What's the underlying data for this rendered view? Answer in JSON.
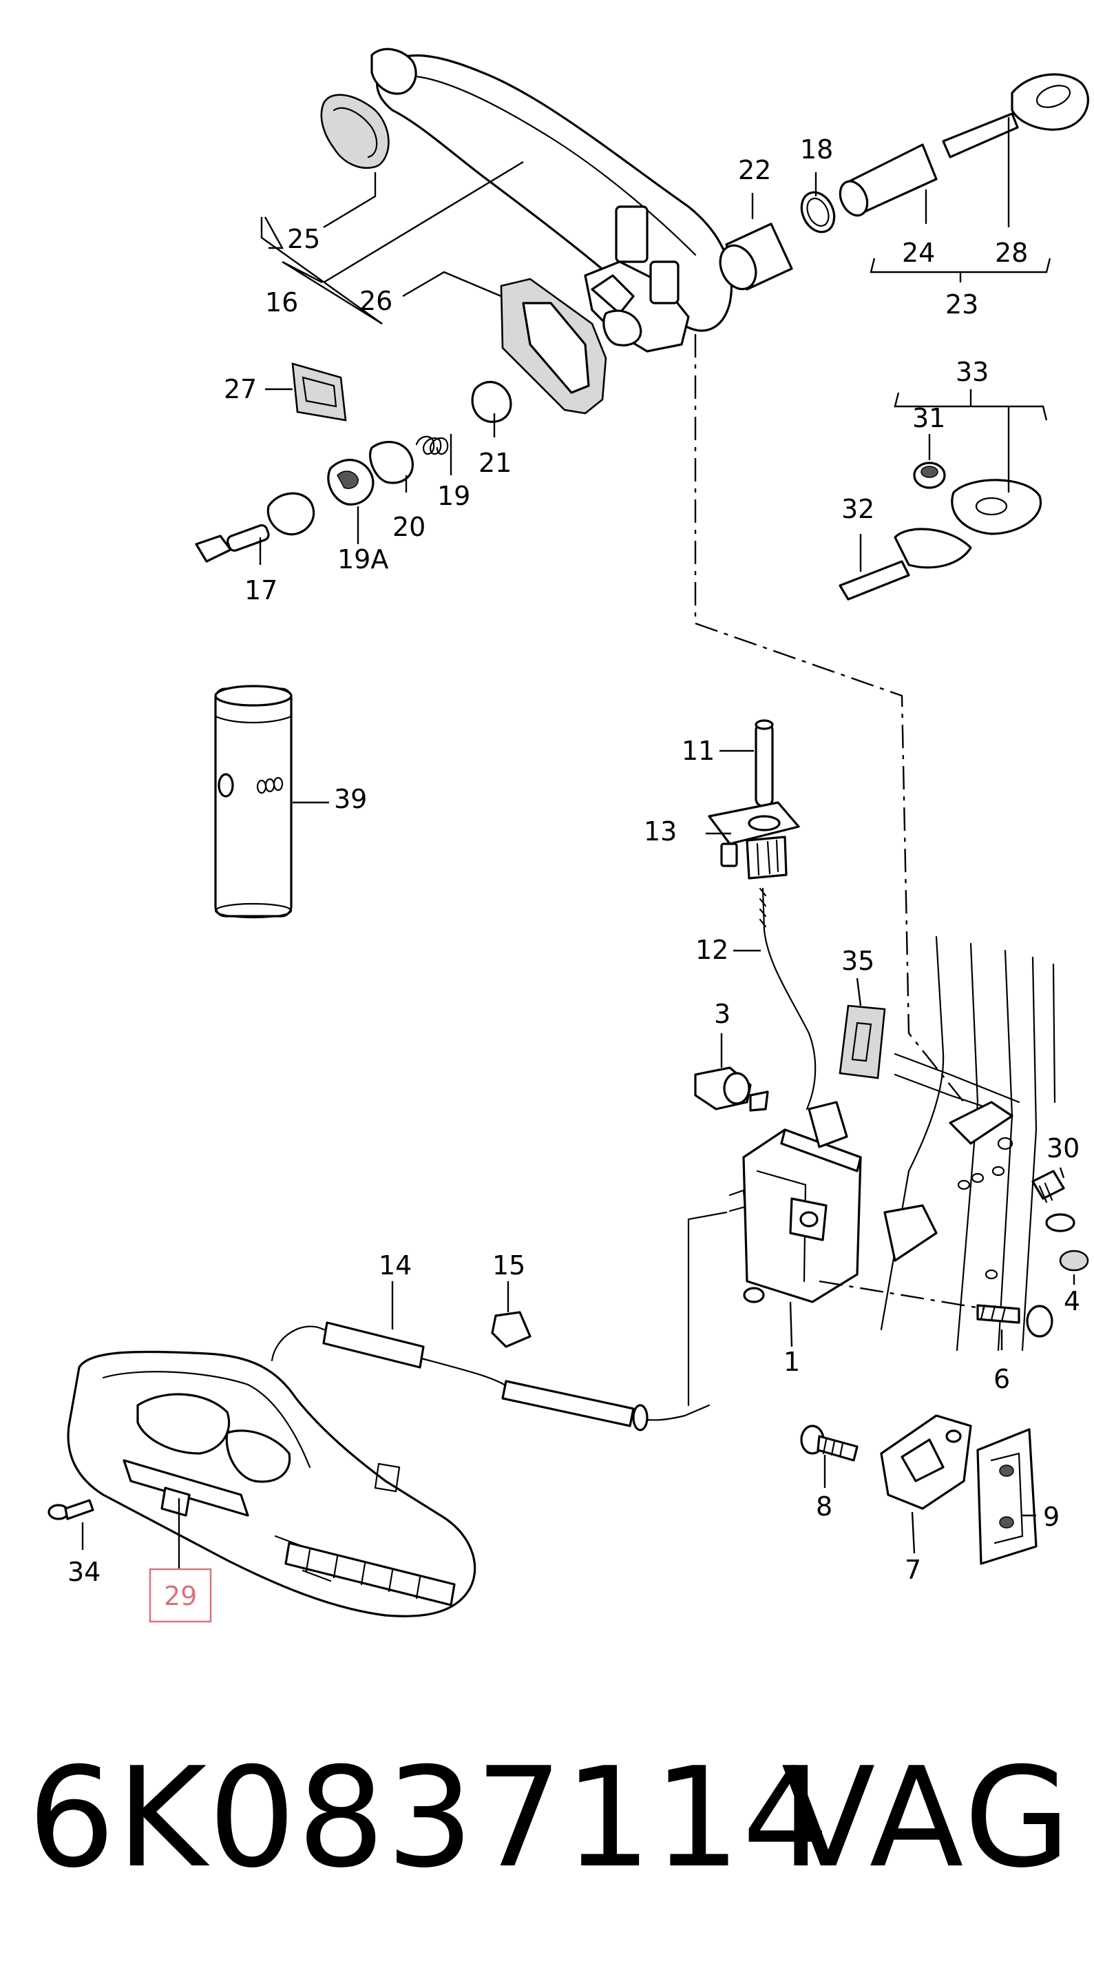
{
  "diagram": {
    "highlight_color": "#d9727f",
    "callouts": [
      "25",
      "16",
      "26",
      "27",
      "17",
      "19A",
      "20",
      "19",
      "21",
      "22",
      "18",
      "24",
      "28",
      "23",
      "33",
      "31",
      "32",
      "39",
      "11",
      "13",
      "12",
      "35",
      "3",
      "30",
      "4",
      "14",
      "15",
      "1",
      "6",
      "8",
      "7",
      "9",
      "34",
      "29"
    ],
    "highlighted_callout": "29"
  },
  "footer": {
    "part_number": "6K0837114",
    "brand": "VAG"
  }
}
